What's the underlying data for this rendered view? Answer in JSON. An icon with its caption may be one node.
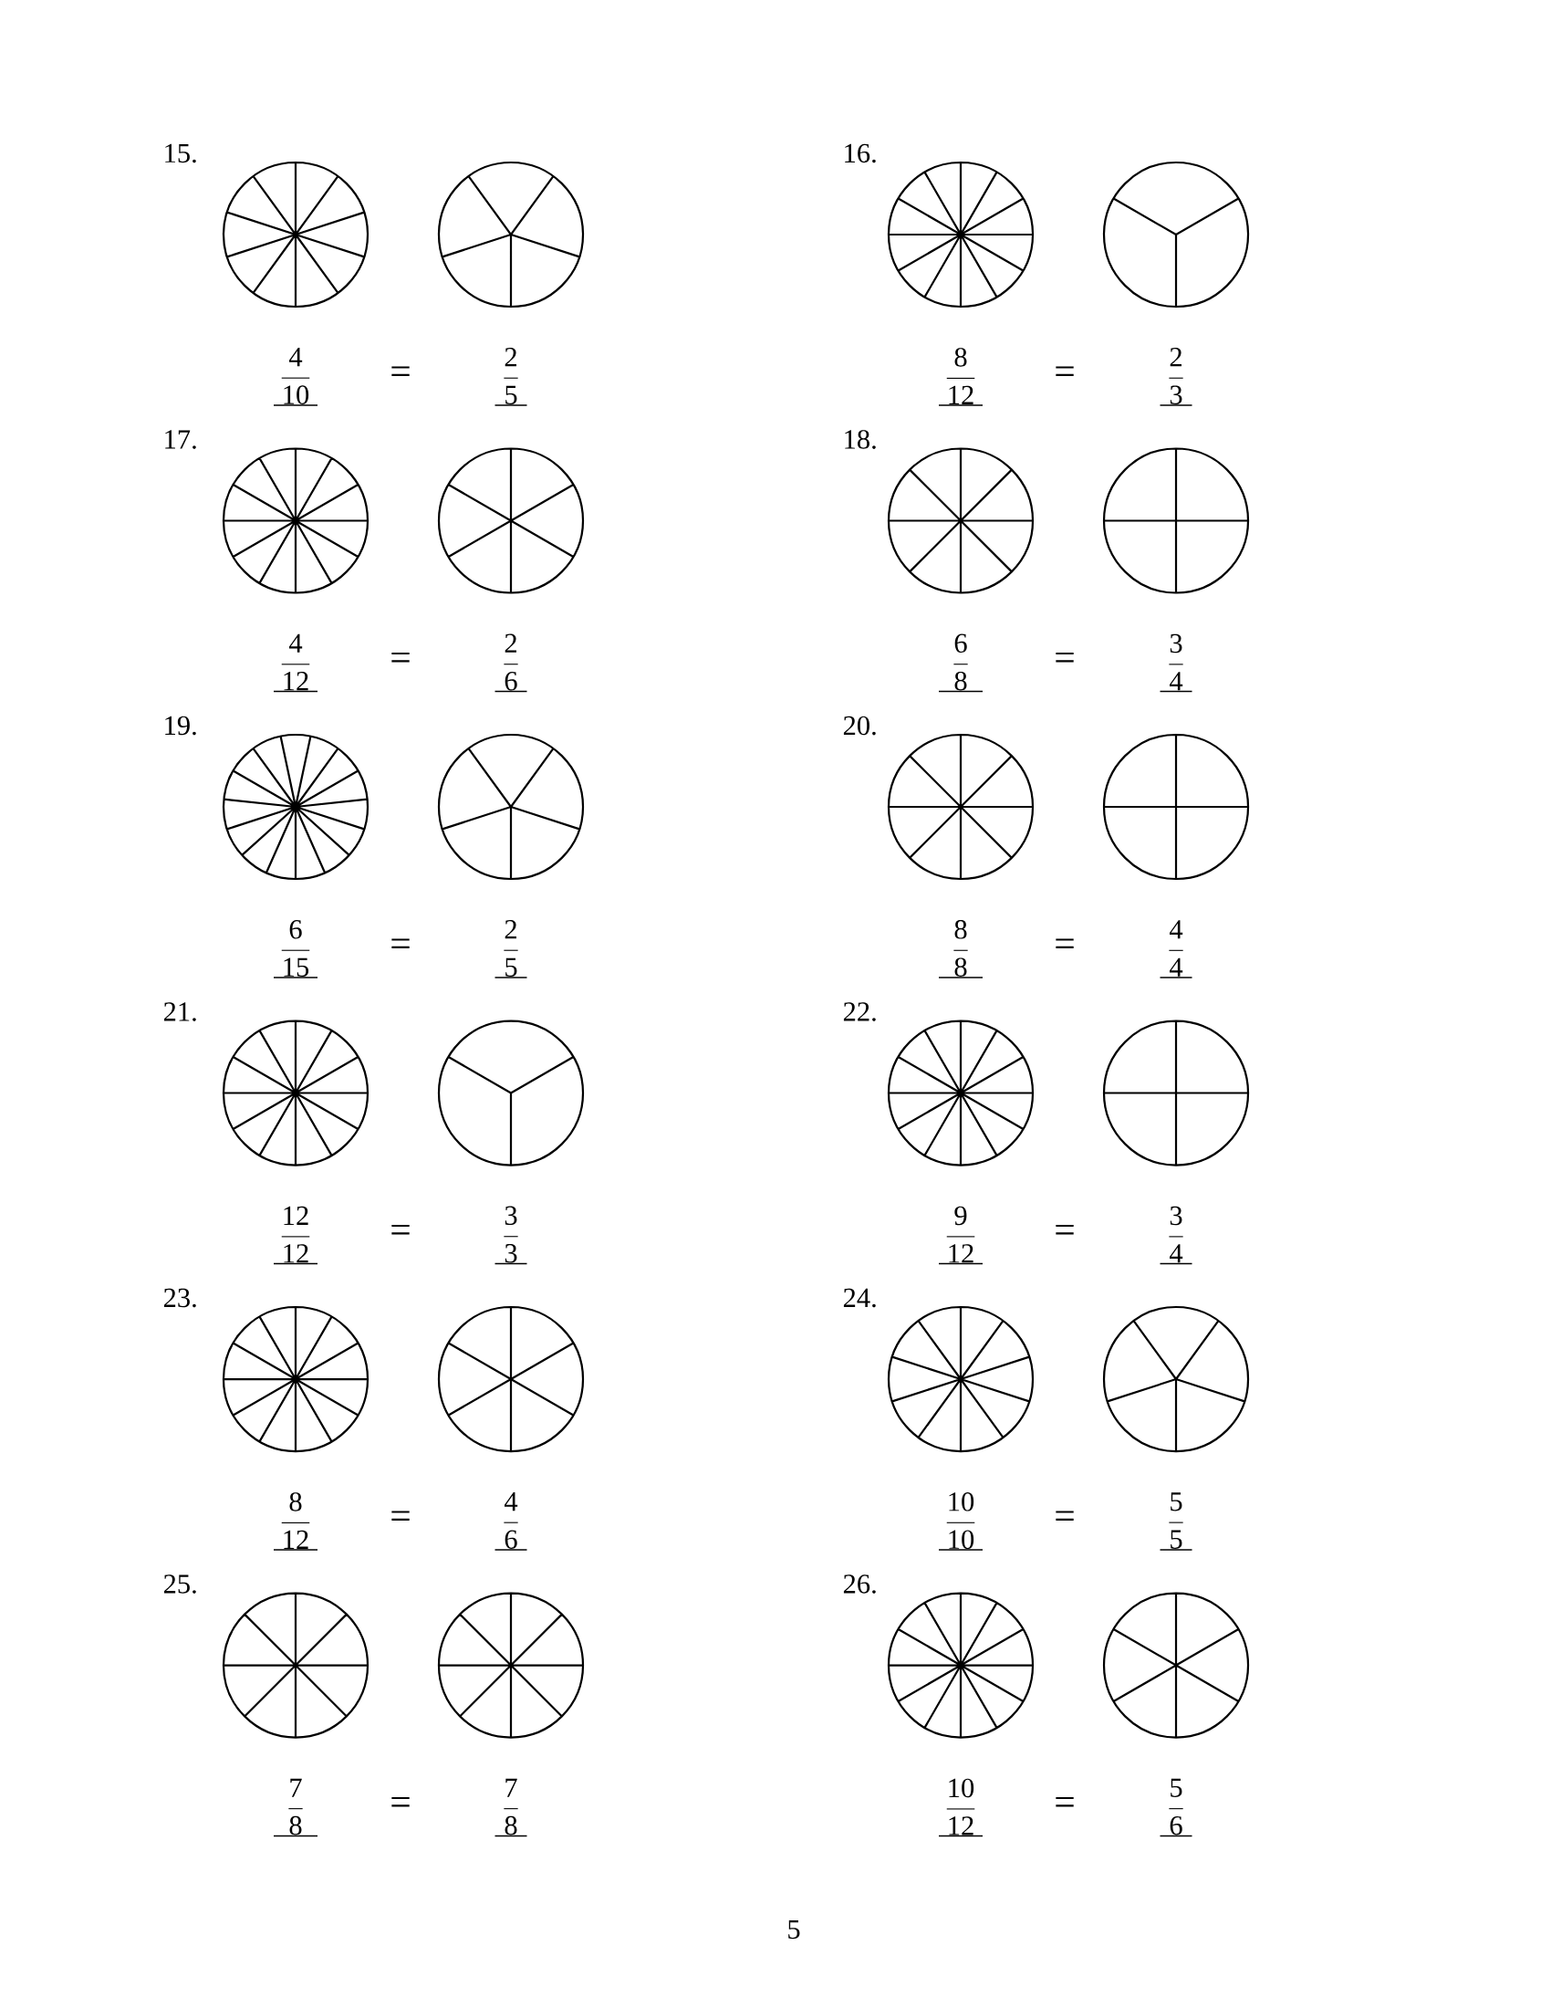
{
  "diagram": {
    "labels": [
      "15.",
      "16.",
      "4",
      "10",
      "=",
      "2",
      "5",
      "8",
      "12",
      "=",
      "2",
      "3",
      "17.",
      "18.",
      "4",
      "12",
      "=",
      "2",
      "6",
      "6",
      "8",
      "=",
      "3",
      "4",
      "19.",
      "20.",
      "6",
      "15",
      "=",
      "2",
      "5",
      "8",
      "8",
      "=",
      "4",
      "4",
      "21.",
      "22.",
      "12",
      "12",
      "=",
      "3",
      "3",
      "9",
      "12",
      "=",
      "3",
      "4",
      "23.",
      "24.",
      "8",
      "12",
      "=",
      "4",
      "6",
      "10",
      "10",
      "=",
      "5",
      "5",
      "25.",
      "26.",
      "7",
      "8",
      "=",
      "7",
      "8",
      "10",
      "12",
      "=",
      "5",
      "6",
      "5"
    ]
  }
}
